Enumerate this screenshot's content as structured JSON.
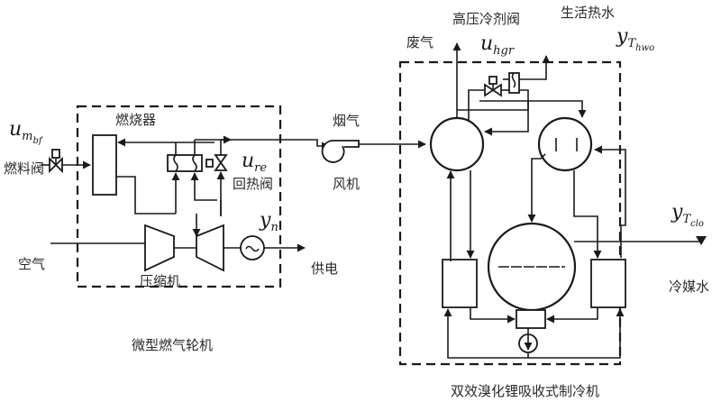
{
  "diagram": {
    "type": "system schematic",
    "subsystems": {
      "microturbine": {
        "caption": "微型燃气轮机"
      },
      "chiller": {
        "caption": "双效溴化锂吸收式制冷机"
      }
    },
    "labels": {
      "burner": "燃烧器",
      "fuel_valve": "燃料阀",
      "recup_valve": "回热阀",
      "compressor": "压缩机",
      "air": "空气",
      "power_supply": "供电",
      "flue_gas": "烟气",
      "fan": "风机",
      "exhaust": "废气",
      "hp_refrigerant_valve": "高压冷剂阀",
      "domestic_hot_water": "生活热水",
      "chilled_water": "冷媒水"
    },
    "symbols": {
      "u_mbf": {
        "main": "u",
        "sub": "m",
        "subsub": "bf"
      },
      "u_re": {
        "main": "u",
        "sub": "re"
      },
      "y_n": {
        "main": "y",
        "sub": "n"
      },
      "u_hgr": {
        "main": "u",
        "sub": "hgr"
      },
      "y_Thwo": {
        "main": "y",
        "sub": "T",
        "subsub": "hwo"
      },
      "y_Tclo": {
        "main": "y",
        "sub": "T",
        "subsub": "clo"
      }
    }
  }
}
